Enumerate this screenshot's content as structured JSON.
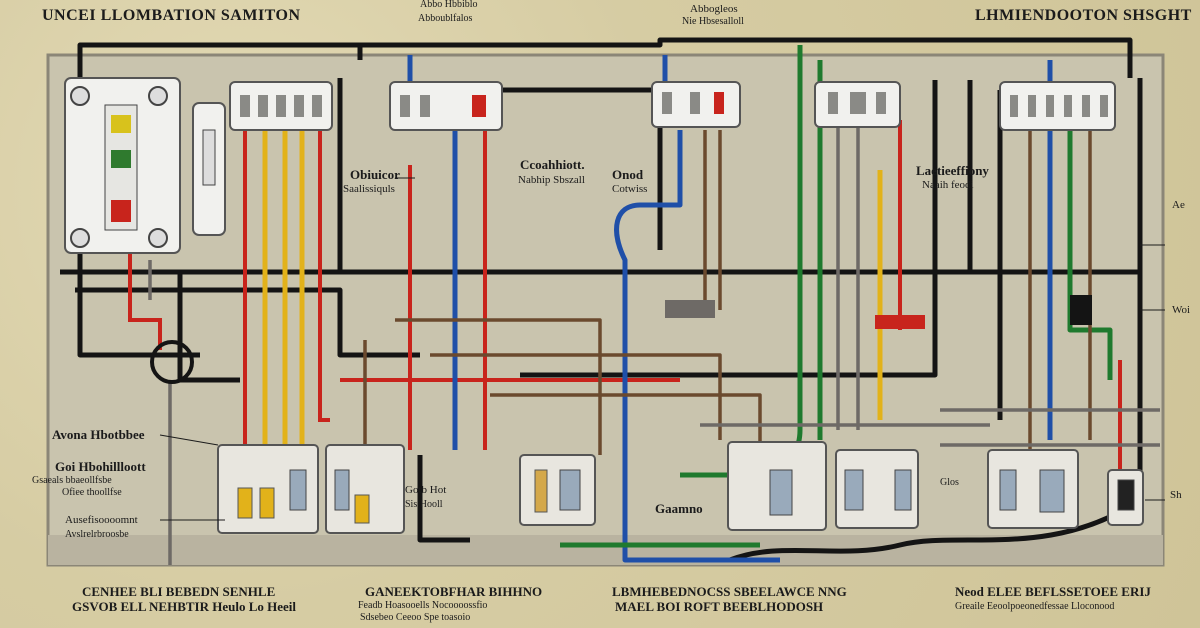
{
  "labels": {
    "title_left": "UNCEI LLOMBATION SAMITON",
    "title_right": "LHMIENDOOTON SHSGHT",
    "top_center_1": "Abbo Hbbiblo",
    "top_center_2": "Abboublfalos",
    "top_right_1": "Abbogleos",
    "top_right_2": "Nie Hbsesalloll",
    "mid_left_1": "Obiuicor",
    "mid_left_2": "Saalissiquls",
    "mid_center_1": "Ccoahhiott.",
    "mid_center_2": "Nabhip Sbszall",
    "mid_center_3": "Onod",
    "mid_center_4": "Cotwiss",
    "mid_right_1": "Laetieeffiony",
    "mid_right_2": "Naaih feodi",
    "far_right_1": "Ae",
    "far_right_2": "Woi",
    "left_1": "Avona Hbotbbee",
    "left_2": "Goi Hbohillloott",
    "left_3": "Gsaeals bbaeollfsbe",
    "left_4": "Ofiee thoollfse",
    "left_5": "Ausefisoooomnt",
    "left_6": "Avslrelrbroosbe",
    "bottom_center_small_1": "Gotb Hot",
    "bottom_center_small_2": "Sis Hooll",
    "bottom_green": "Gaamno",
    "bottom_right_small": "Glos",
    "right_edge": "Sh",
    "bottom_left_1": "CENHEE BLI BEBEDN SENHLE",
    "bottom_left_2": "GSVOB ELL NEHBTIR Heulo Lo Heeil",
    "bottom_mid_1": "GANEEKTOBFHAR BIHHNO",
    "bottom_mid_2": "Feadb Hoasooells Nocoooossfio",
    "bottom_mid_3": "Sdsebeo Ceeoo Spe toasoio",
    "bottom_center_1": "LBMHEBEDNOCSS SBEELAWCE NNG",
    "bottom_center_2": "MAEL BOI ROFT BEEBLHODOSH",
    "bottom_right_1": "Neod ELEE BEFLSSETOEE ERIJ",
    "bottom_right_2": "Greaile Eeoolpoeonedfessae Lloconood"
  },
  "colors": {
    "background": "#d9cfa8",
    "panel": "#c9c4ae",
    "wire_black": "#141414",
    "wire_red": "#c8241c",
    "wire_blue": "#1f4fa8",
    "wire_green": "#1f7a2e",
    "wire_yellow": "#e2b21a",
    "wire_brown": "#6b4a2e",
    "wire_gray": "#6e6a66",
    "terminal_white": "#f1f1ee"
  }
}
